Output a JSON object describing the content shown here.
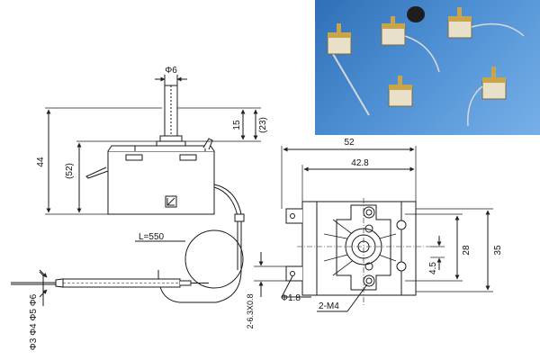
{
  "colors": {
    "line": "#1a1a1a",
    "dim_line": "#333333",
    "photo_bg": "#3d7fc7",
    "brass": "#c8a44a",
    "ceramic": "#e8e0c8"
  },
  "side_view": {
    "shaft_diameter": "Φ6",
    "height_total": "44",
    "height_total_alt": "(52)",
    "shaft_length": "15",
    "shaft_length_alt": "(23)"
  },
  "capillary": {
    "length": "L=550",
    "bulb_diameters": "Φ3 Φ4 Φ5 Φ6"
  },
  "front_view": {
    "width_outer": "52",
    "width_inner": "42.8",
    "height_35": "35",
    "height_28": "28",
    "offset_4_5": "4.5",
    "terminal_hole": "Φ1.8",
    "mount_screws": "2-M4",
    "terminal_size": "2-6.3X0.8"
  },
  "icons": {
    "photo": "product-photo-icon",
    "thermostat": "thermostat-icon"
  }
}
